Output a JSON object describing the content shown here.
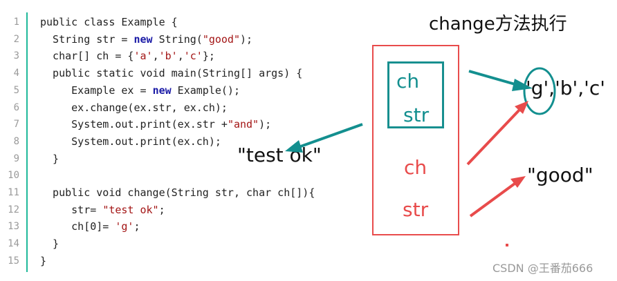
{
  "title": "change方法执行",
  "code": {
    "line_numbers": [
      "1",
      "2",
      "3",
      "4",
      "5",
      "6",
      "7",
      "8",
      "9",
      "10",
      "11",
      "12",
      "13",
      "14",
      "15"
    ],
    "lines": [
      [
        {
          "t": "public class Example {",
          "c": "plain"
        }
      ],
      [
        {
          "t": "  String str = ",
          "c": "plain"
        },
        {
          "t": "new",
          "c": "kw"
        },
        {
          "t": " String(",
          "c": "plain"
        },
        {
          "t": "\"good\"",
          "c": "str"
        },
        {
          "t": ");",
          "c": "plain"
        }
      ],
      [
        {
          "t": "  char[] ch = {",
          "c": "plain"
        },
        {
          "t": "'a'",
          "c": "str"
        },
        {
          "t": ",",
          "c": "plain"
        },
        {
          "t": "'b'",
          "c": "str"
        },
        {
          "t": ",",
          "c": "plain"
        },
        {
          "t": "'c'",
          "c": "str"
        },
        {
          "t": "};",
          "c": "plain"
        }
      ],
      [
        {
          "t": "  public static void main(String[] args) {",
          "c": "plain"
        }
      ],
      [
        {
          "t": "     Example ex = ",
          "c": "plain"
        },
        {
          "t": "new",
          "c": "kw"
        },
        {
          "t": " Example();",
          "c": "plain"
        }
      ],
      [
        {
          "t": "     ex.change(ex.str, ex.ch);",
          "c": "plain"
        }
      ],
      [
        {
          "t": "     System.out.print(ex.str +",
          "c": "plain"
        },
        {
          "t": "\"and\"",
          "c": "str"
        },
        {
          "t": ");",
          "c": "plain"
        }
      ],
      [
        {
          "t": "     System.out.print(ex.ch);",
          "c": "plain"
        }
      ],
      [
        {
          "t": "  }",
          "c": "plain"
        }
      ],
      [
        {
          "t": "",
          "c": "plain"
        }
      ],
      [
        {
          "t": "  public void change(String str, char ch[]){",
          "c": "plain"
        }
      ],
      [
        {
          "t": "     str= ",
          "c": "plain"
        },
        {
          "t": "\"test ok\"",
          "c": "str"
        },
        {
          "t": ";",
          "c": "plain"
        }
      ],
      [
        {
          "t": "     ch[0]= ",
          "c": "plain"
        },
        {
          "t": "'g'",
          "c": "str"
        },
        {
          "t": ";",
          "c": "plain"
        }
      ],
      [
        {
          "t": "  }",
          "c": "plain"
        }
      ],
      [
        {
          "t": "}",
          "c": "plain"
        }
      ]
    ]
  },
  "frame_labels": {
    "teal_ch": "ch",
    "teal_str": "str",
    "red_ch": "ch",
    "red_str": "str"
  },
  "values": {
    "test_ok": "\"test ok\"",
    "chars": "'g','b','c'",
    "good": "\"good\""
  },
  "watermark": "CSDN @王番茄666",
  "colors": {
    "teal": "#138f8f",
    "red": "#e84b4b",
    "gutter": "#1fb89a"
  }
}
